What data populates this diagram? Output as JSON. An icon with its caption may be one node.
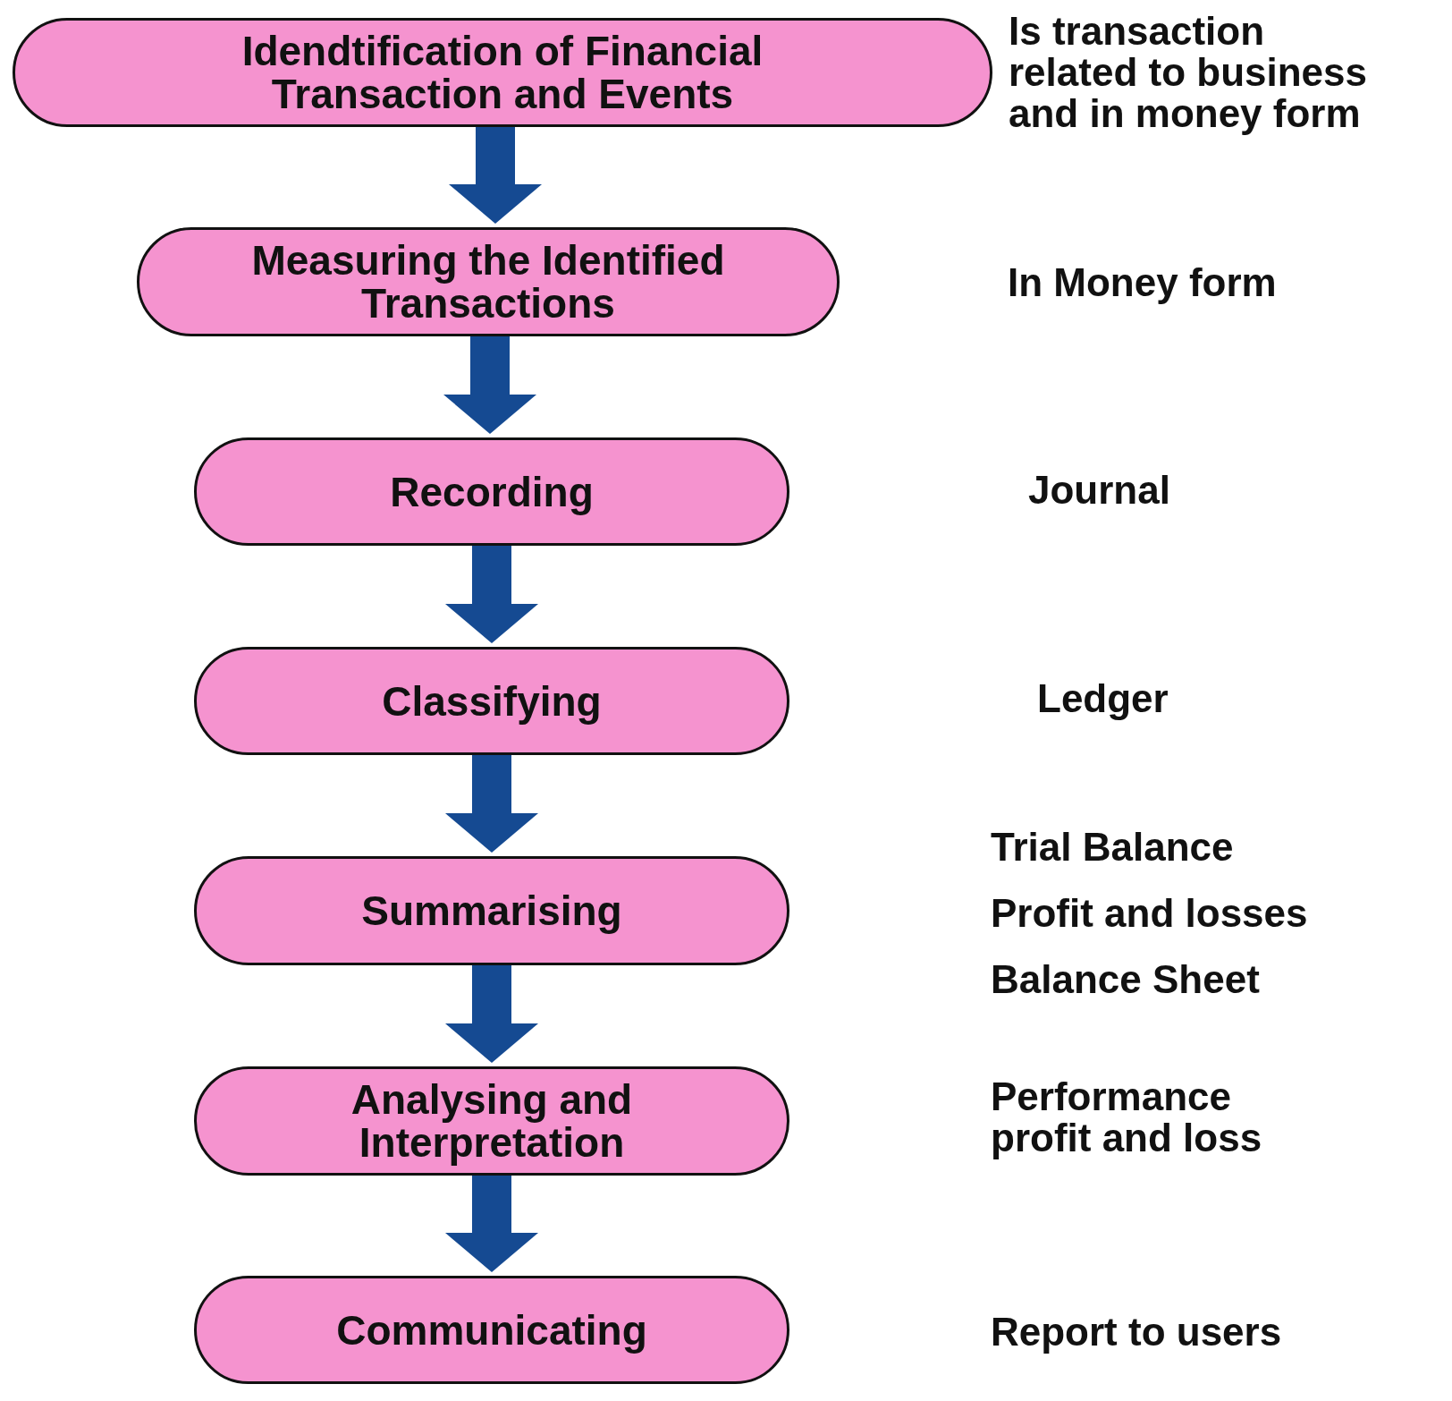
{
  "diagram": {
    "nodes": [
      {
        "text": [
          "Idendtification of Financial Transaction and Events"
        ]
      },
      {
        "text": [
          "Measuring the Identified Transactions"
        ]
      },
      {
        "text": [
          "Recording"
        ]
      },
      {
        "text": [
          "Classifying"
        ]
      },
      {
        "text": [
          "Summarising"
        ]
      },
      {
        "text": [
          "Analysing and Interpretation"
        ]
      },
      {
        "text": [
          "Communicating"
        ]
      }
    ],
    "edges": [
      {
        "from": 0,
        "to": 1,
        "arrow": "to"
      },
      {
        "from": 1,
        "to": 2,
        "arrow": "to"
      },
      {
        "from": 2,
        "to": 3,
        "arrow": "to"
      },
      {
        "from": 3,
        "to": 4,
        "arrow": "to"
      },
      {
        "from": 4,
        "to": 5,
        "arrow": "to"
      },
      {
        "from": 5,
        "to": 6,
        "arrow": "to"
      }
    ],
    "labels": [
      "Is transaction related to business and in money form",
      "In Money form",
      "Journal",
      "Ledger",
      "Trial Balance",
      "Profit and losses",
      "Balance Sheet",
      "Performance profit and loss",
      "Report to users"
    ]
  }
}
